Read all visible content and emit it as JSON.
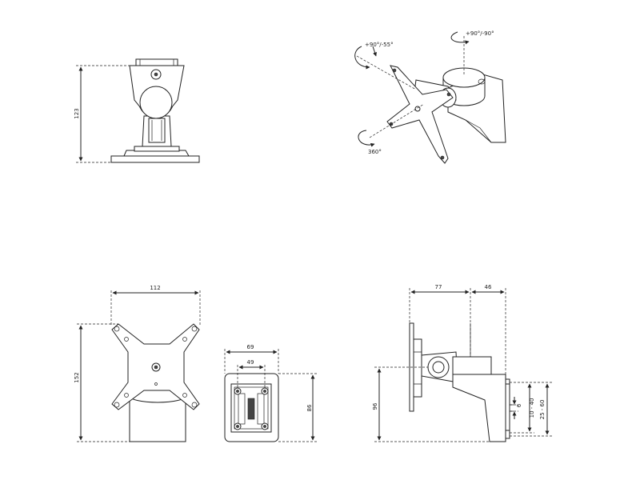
{
  "dimensions": {
    "side_height": "123",
    "front_width": "112",
    "front_height": "152",
    "plate_outer_width": "69",
    "plate_inner_width": "49",
    "plate_height": "86",
    "profile_depth_front": "77",
    "profile_depth_back": "46",
    "profile_height": "96",
    "clamp_gap": "6",
    "clamp_range_small": "10 - 40",
    "clamp_range_large": "25 - 60"
  },
  "rotations": {
    "tilt": "+90°/-55°",
    "swivel": "+90°/-90°",
    "rotate": "360°"
  }
}
